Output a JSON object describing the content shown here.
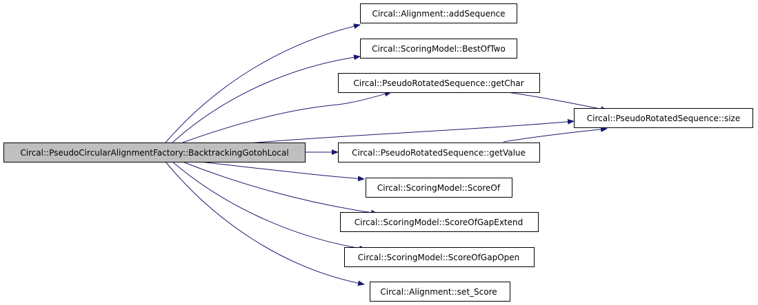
{
  "nodes": {
    "root": "Circal::PseudoCircularAlignmentFactory::BacktrackingGotohLocal",
    "add_sequence": "Circal::Alignment::addSequence",
    "best_of_two": "Circal::ScoringModel::BestOfTwo",
    "get_char": "Circal::PseudoRotatedSequence::getChar",
    "size": "Circal::PseudoRotatedSequence::size",
    "get_value": "Circal::PseudoRotatedSequence::getValue",
    "score_of": "Circal::ScoringModel::ScoreOf",
    "score_of_gap_extend": "Circal::ScoringModel::ScoreOfGapExtend",
    "score_of_gap_open": "Circal::ScoringModel::ScoreOfGapOpen",
    "set_score": "Circal::Alignment::set_Score"
  },
  "colors": {
    "edge": "#191970",
    "root_fill": "#bfbfbf",
    "node_fill": "#ffffff",
    "node_border": "#000000"
  }
}
